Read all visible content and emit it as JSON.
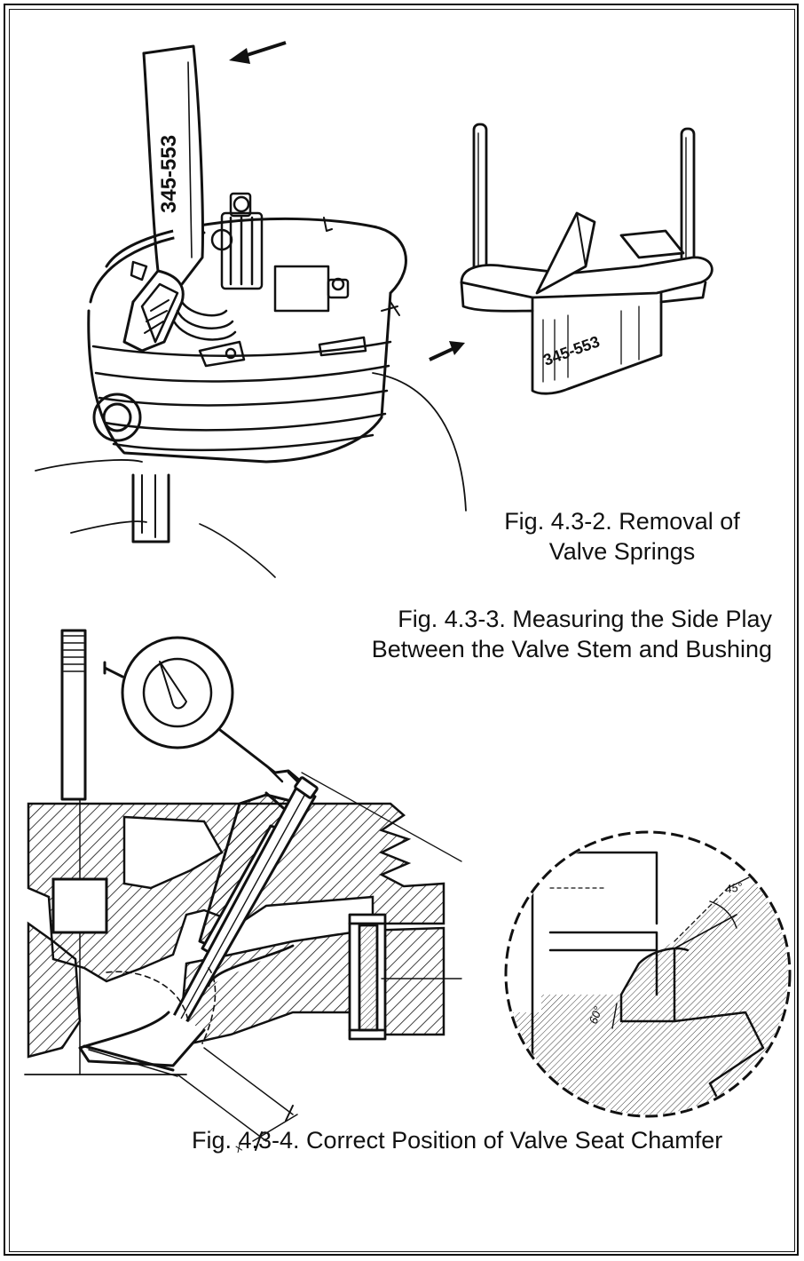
{
  "figures": [
    {
      "caption_lines": [
        "Fig. 4.3-2. Removal of",
        "Valve Springs"
      ],
      "illustration": "valve-spring-removal-drawing",
      "tool_marking": "345-553"
    },
    {
      "caption_lines": [
        "Fig. 4.3-3. Measuring the Side Play",
        "Between the Valve Stem and Bushing"
      ],
      "illustration": "valve-side-play-measurement-drawing"
    },
    {
      "caption_lines": [
        "Fig. 4.3-4. Correct Position of Valve Seat Chamfer"
      ],
      "illustration": "valve-seat-chamfer-detail-drawing",
      "angle_labels": [
        "45°",
        "60°"
      ],
      "dimension_label": "x"
    }
  ]
}
